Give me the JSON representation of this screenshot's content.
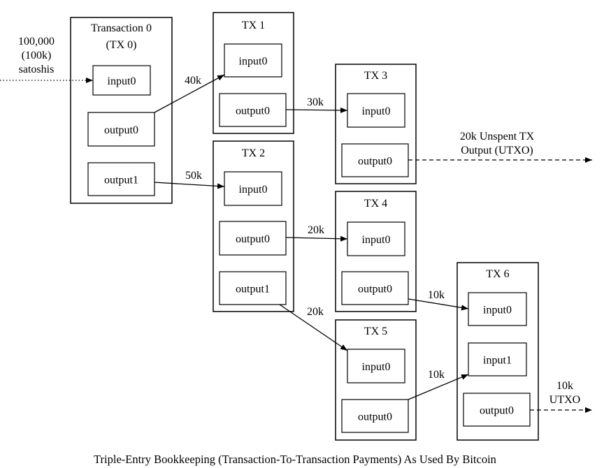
{
  "transactions": [
    {
      "id": "tx0",
      "title_lines": [
        "Transaction 0",
        "(TX 0)"
      ],
      "ports": [
        "input0",
        "output0",
        "output1"
      ]
    },
    {
      "id": "tx1",
      "title_lines": [
        "TX 1"
      ],
      "ports": [
        "input0",
        "output0"
      ]
    },
    {
      "id": "tx2",
      "title_lines": [
        "TX 2"
      ],
      "ports": [
        "input0",
        "output0",
        "output1"
      ]
    },
    {
      "id": "tx3",
      "title_lines": [
        "TX 3"
      ],
      "ports": [
        "input0",
        "output0"
      ]
    },
    {
      "id": "tx4",
      "title_lines": [
        "TX 4"
      ],
      "ports": [
        "input0",
        "output0"
      ]
    },
    {
      "id": "tx5",
      "title_lines": [
        "TX 5"
      ],
      "ports": [
        "input0",
        "output0"
      ]
    },
    {
      "id": "tx6",
      "title_lines": [
        "TX 6"
      ],
      "ports": [
        "input0",
        "input1",
        "output0"
      ]
    }
  ],
  "edges": [
    {
      "from": "source",
      "to": "tx0.input0",
      "style": "dotted",
      "label_lines": []
    },
    {
      "from": "tx0.output0",
      "to": "tx1.input0",
      "style": "solid",
      "label_lines": [
        "40k"
      ]
    },
    {
      "from": "tx0.output1",
      "to": "tx2.input0",
      "style": "solid",
      "label_lines": [
        "50k"
      ]
    },
    {
      "from": "tx1.output0",
      "to": "tx3.input0",
      "style": "solid",
      "label_lines": [
        "30k"
      ]
    },
    {
      "from": "tx3.output0",
      "to": "utxo1",
      "style": "dashed",
      "label_lines": [
        "20k Unspent TX",
        "Output (UTXO)"
      ]
    },
    {
      "from": "tx2.output0",
      "to": "tx4.input0",
      "style": "solid",
      "label_lines": [
        "20k"
      ]
    },
    {
      "from": "tx2.output1",
      "to": "tx5.input0",
      "style": "solid",
      "label_lines": [
        "20k"
      ]
    },
    {
      "from": "tx4.output0",
      "to": "tx6.input0",
      "style": "solid",
      "label_lines": [
        "10k"
      ]
    },
    {
      "from": "tx5.output0",
      "to": "tx6.input1",
      "style": "solid",
      "label_lines": [
        "10k"
      ]
    },
    {
      "from": "tx6.output0",
      "to": "utxo2",
      "style": "dashed",
      "label_lines": [
        "10k",
        "UTXO"
      ]
    }
  ],
  "source_note_lines": [
    "100,000",
    "(100k)",
    "satoshis"
  ],
  "caption": "Triple-Entry Bookkeeping (Transaction-To-Transaction Payments) As Used By Bitcoin"
}
